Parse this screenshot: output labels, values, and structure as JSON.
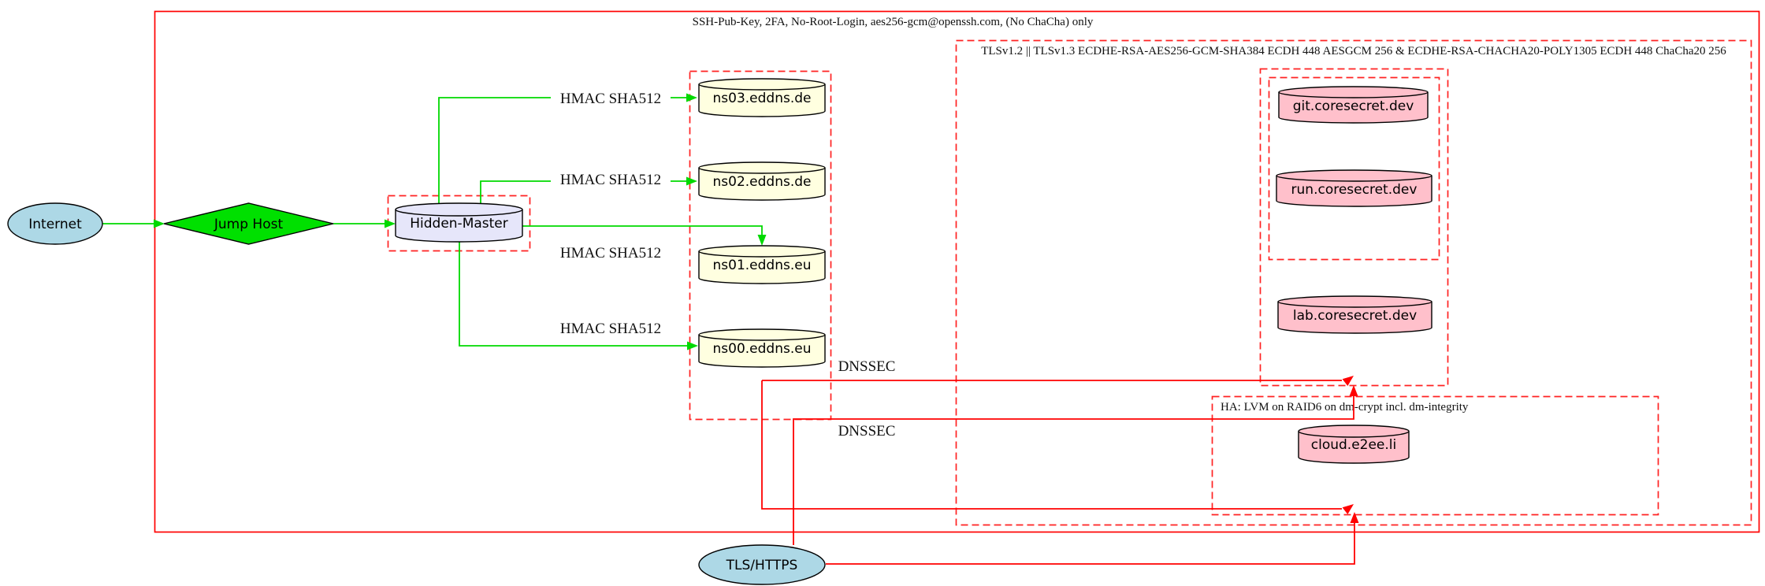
{
  "diagram": {
    "graph_label": "SSH-Pub-Key, 2FA, No-Root-Login, aes256-gcm@openssh.com, (No ChaCha) only",
    "clusters": {
      "tls_label": "TLSv1.2 || TLSv1.3 ECDHE-RSA-AES256-GCM-SHA384 ECDH 448 AESGCM 256 & ECDHE-RSA-CHACHA20-POLY1305 ECDH 448 ChaCha20 256",
      "ha_label": "HA: LVM on RAID6 on dm-crypt incl. dm-integrity"
    },
    "nodes": {
      "internet": {
        "label": "Internet",
        "shape": "ellipse"
      },
      "jump_host": {
        "label": "Jump Host",
        "shape": "diamond"
      },
      "hidden_master": {
        "label": "Hidden-Master",
        "shape": "cylinder"
      },
      "ns03": {
        "label": "ns03.eddns.de",
        "shape": "cylinder"
      },
      "ns02": {
        "label": "ns02.eddns.de",
        "shape": "cylinder"
      },
      "ns01": {
        "label": "ns01.eddns.eu",
        "shape": "cylinder"
      },
      "ns00": {
        "label": "ns00.eddns.eu",
        "shape": "cylinder"
      },
      "git": {
        "label": "git.coresecret.dev",
        "shape": "cylinder"
      },
      "run": {
        "label": "run.coresecret.dev",
        "shape": "cylinder"
      },
      "lab": {
        "label": "lab.coresecret.dev",
        "shape": "cylinder"
      },
      "cloud": {
        "label": "cloud.e2ee.li",
        "shape": "cylinder"
      },
      "tls_https": {
        "label": "TLS/HTTPS",
        "shape": "ellipse"
      }
    },
    "edge_labels": {
      "hmac1": "HMAC SHA512",
      "hmac2": "HMAC SHA512",
      "hmac3": "HMAC SHA512",
      "hmac4": "HMAC SHA512",
      "dnssec1": "DNSSEC",
      "dnssec2": "DNSSEC"
    },
    "colors": {
      "boundary_red": "#ff0000",
      "cluster_red": "#ff2222",
      "edge_red": "#ff0000",
      "secure_green": "#00d900",
      "jump_fill": "#00e000",
      "endpoint_fill": "#add8e6",
      "master_fill": "#e6e6fa",
      "dns_fill": "#ffffe0",
      "service_fill": "#ffc0cb"
    }
  }
}
